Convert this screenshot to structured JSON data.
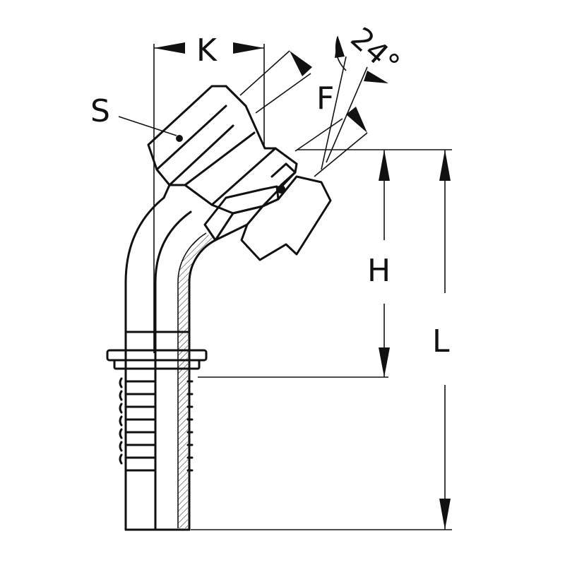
{
  "labels": {
    "k": "K",
    "s": "S",
    "f": "F",
    "angle": "24°",
    "h": "H",
    "l": "L"
  },
  "colors": {
    "line": "#111111",
    "background": "#ffffff"
  }
}
